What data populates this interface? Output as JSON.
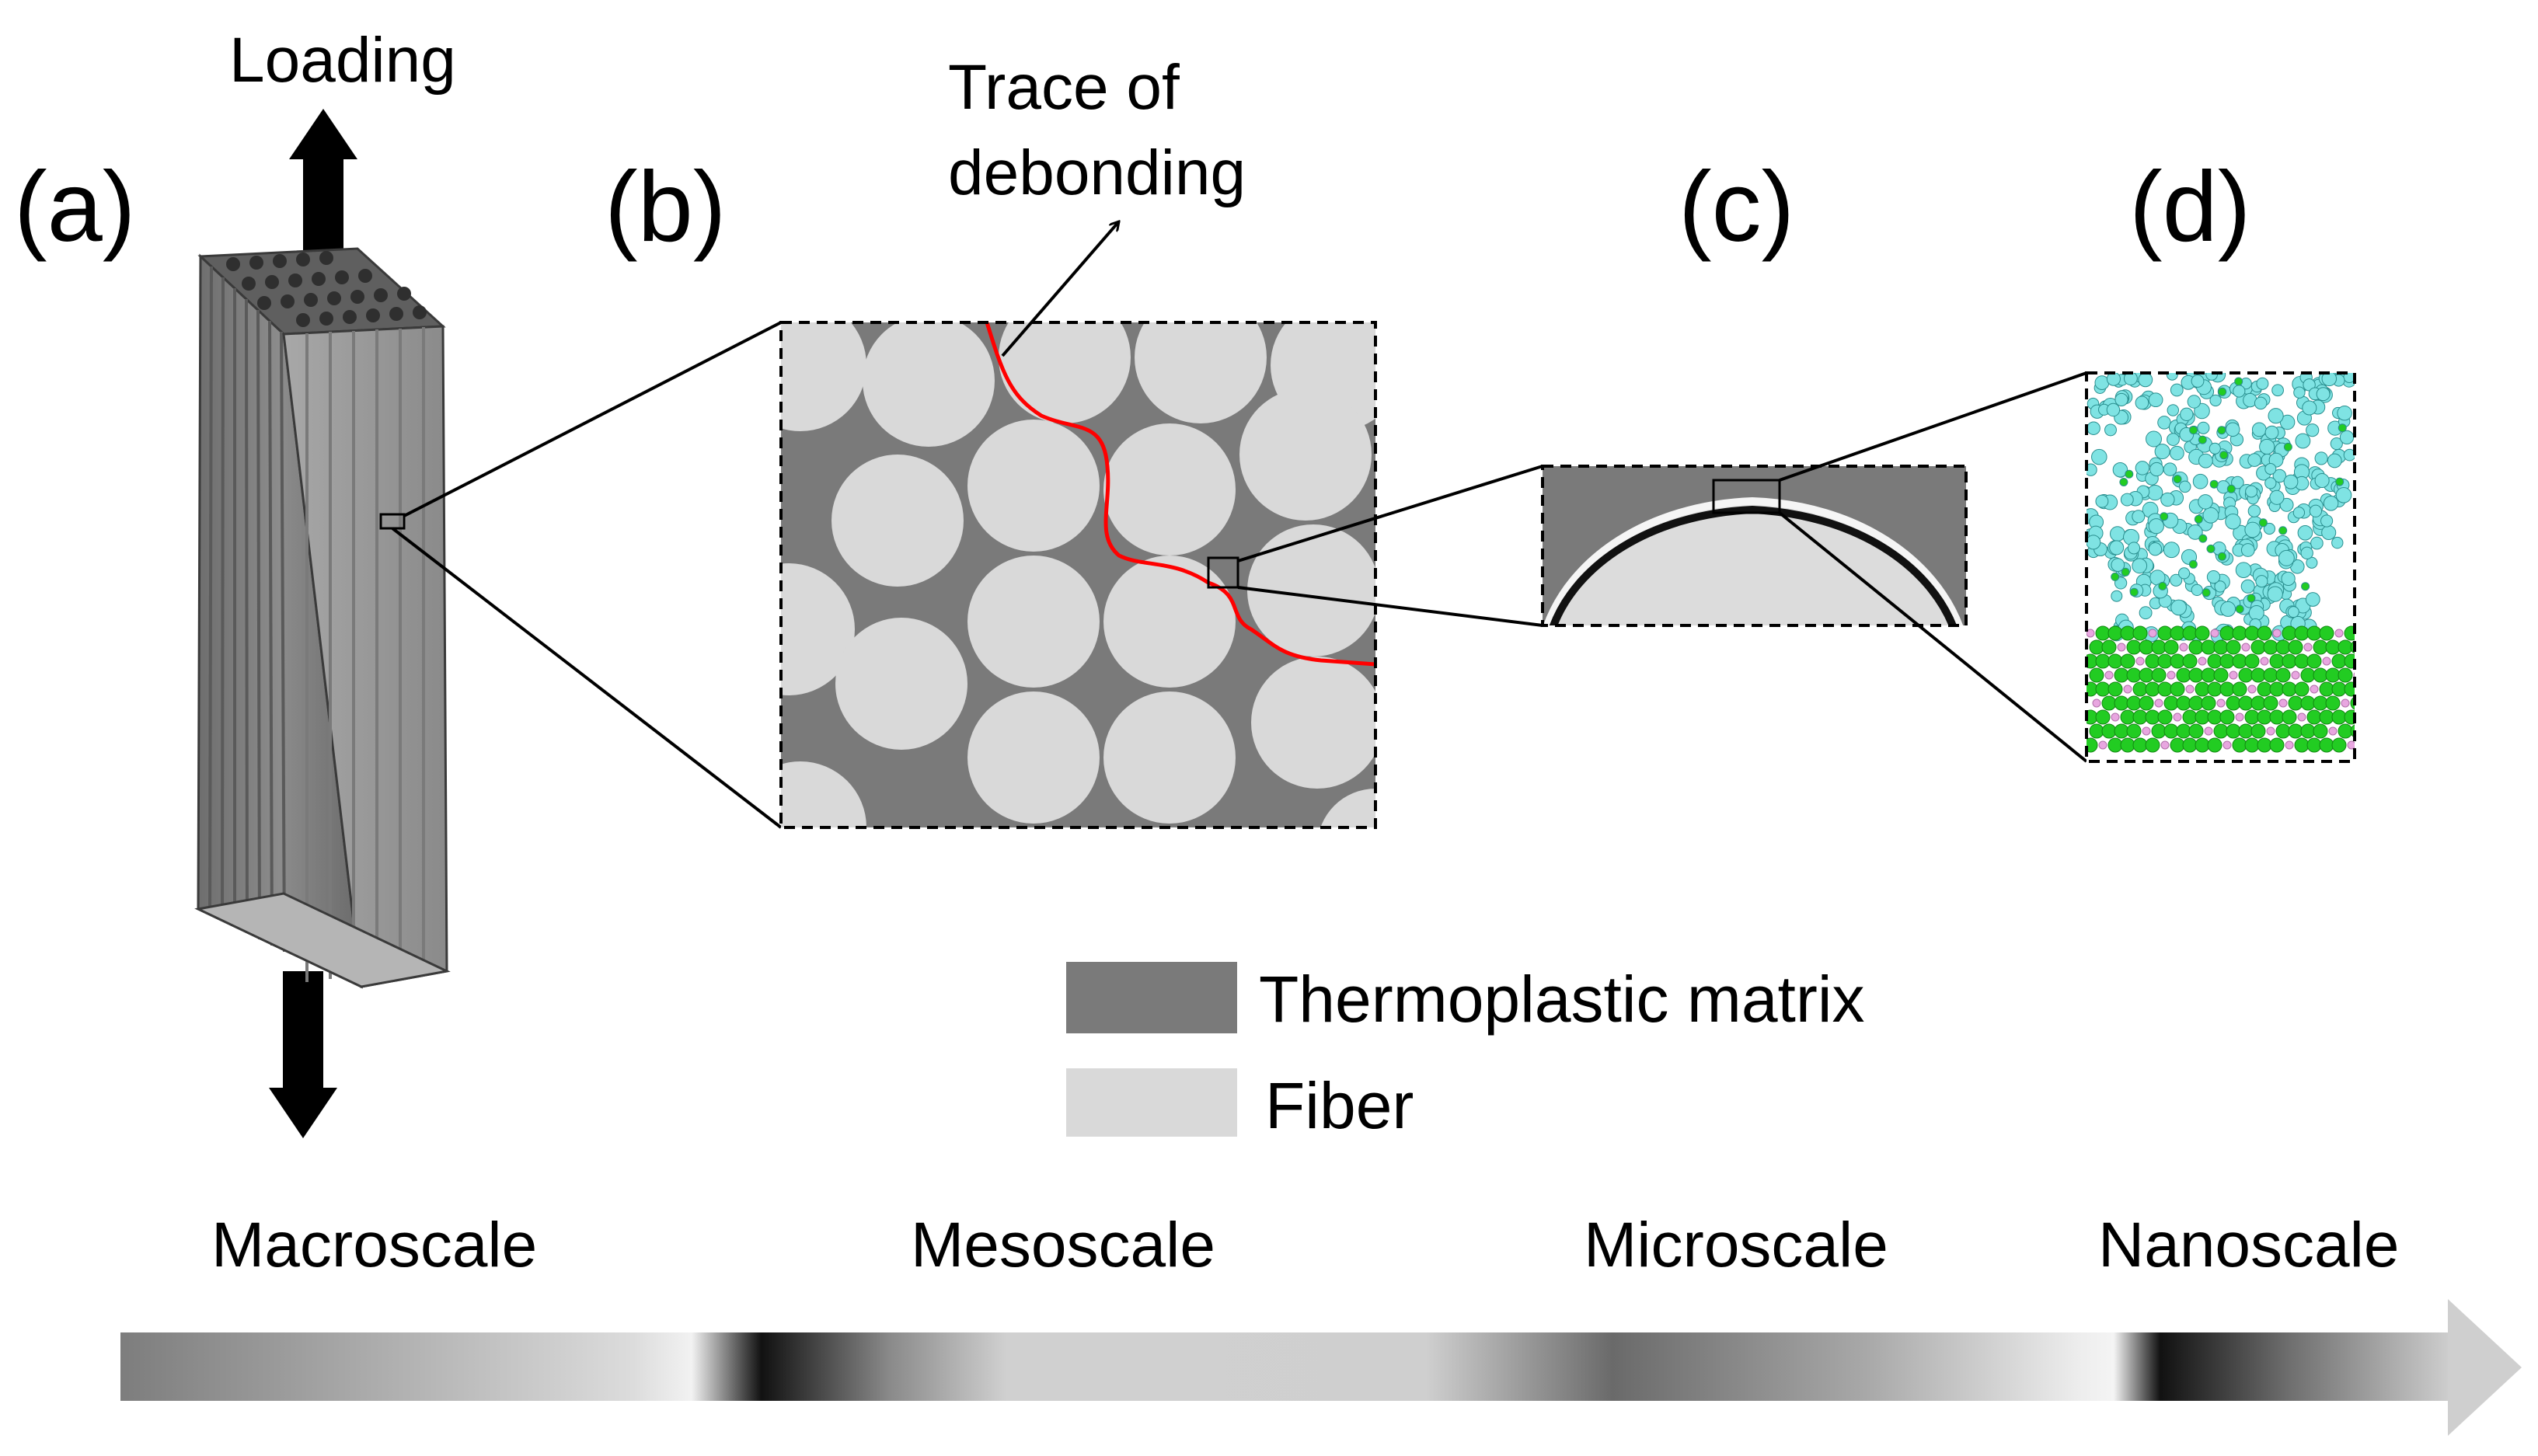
{
  "panel_labels": {
    "a": "(a)",
    "b": "(b)",
    "c": "(c)",
    "d": "(d)"
  },
  "annotations": {
    "loading": "Loading",
    "trace_line1": "Trace of",
    "trace_line2": "debonding"
  },
  "legend": {
    "matrix_label": "Thermoplastic matrix",
    "fiber_label": "Fiber"
  },
  "scales": [
    "Macroscale",
    "Mesoscale",
    "Microscale",
    "Nanoscale"
  ],
  "colors": {
    "matrix": "#7a7a7a",
    "fiber": "#d9d9d9",
    "crack": "#ff0000",
    "water": "#7fe3e3",
    "atom_green": "#22cc22",
    "atom_pink": "#e8a6e0"
  }
}
